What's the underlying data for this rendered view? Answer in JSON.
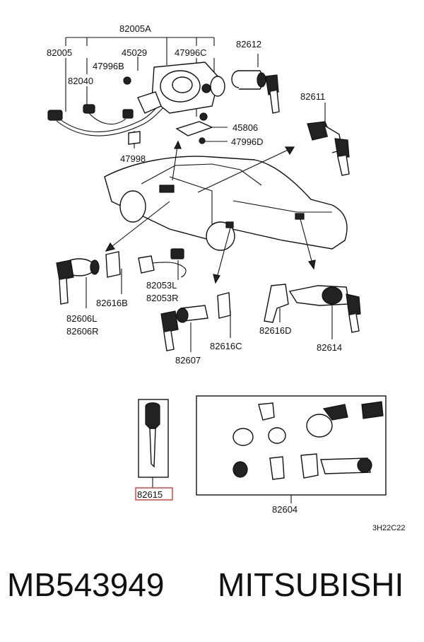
{
  "labels": {
    "l82005A": "82005A",
    "l82005": "82005",
    "l45029": "45029",
    "l47996C": "47996C",
    "l82612": "82612",
    "l47996B": "47996B",
    "l82040": "82040",
    "l82611": "82611",
    "l45806": "45806",
    "l47996D": "47996D",
    "l47998": "47998",
    "l82053L": "82053L",
    "l82053R": "82053R",
    "l82616B": "82616B",
    "l82606L": "82606L",
    "l82606R": "82606R",
    "l82607": "82607",
    "l82616C": "82616C",
    "l82616D": "82616D",
    "l82614": "82614",
    "l82615": "82615",
    "l82604": "82604"
  },
  "diagram_code": "3H22C22",
  "highlight_color": "#e05050",
  "footer": {
    "part_number": "MB543949",
    "brand": "MITSUBISHI"
  }
}
